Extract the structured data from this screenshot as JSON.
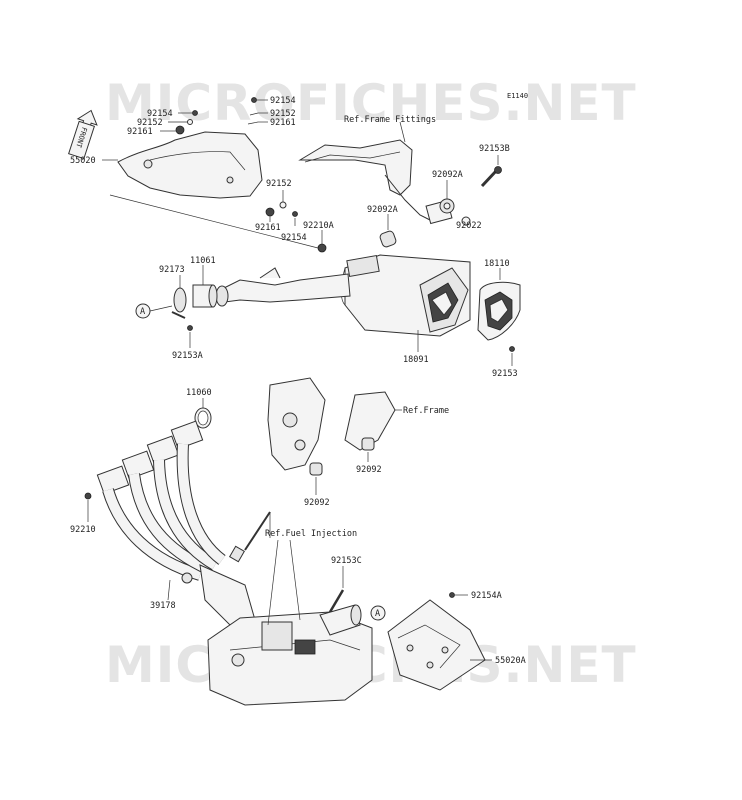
{
  "diagram": {
    "code": "E1140",
    "front_label": "FRONT",
    "watermark_top": "MICROFICHES.NET",
    "watermark_bottom": "MICROFICHES.NET",
    "refs": {
      "frame_fittings": "Ref.Frame Fittings",
      "frame": "Ref.Frame",
      "fuel_injection": "Ref.Fuel Injection"
    },
    "callout_a": "A",
    "labels": {
      "p92154_l": "92154",
      "p92152_l": "92152",
      "p92161_l": "92161",
      "p55020": "55020",
      "p92154_r": "92154",
      "p92152_r": "92152",
      "p92161_r": "92161",
      "p92152_m": "92152",
      "p92161_m": "92161",
      "p92154_m": "92154",
      "p92210A": "92210A",
      "p92153B": "92153B",
      "p92092A_1": "92092A",
      "p92092A_2": "92092A",
      "p92022": "92022",
      "p92173": "92173",
      "p11061": "11061",
      "p18110": "18110",
      "p92153A": "92153A",
      "p18091": "18091",
      "p92153": "92153",
      "p11060": "11060",
      "p92092_r": "92092",
      "p92092_l": "92092",
      "p92210": "92210",
      "p92153C": "92153C",
      "p92154A": "92154A",
      "p39178": "39178",
      "p55020A": "55020A"
    }
  }
}
